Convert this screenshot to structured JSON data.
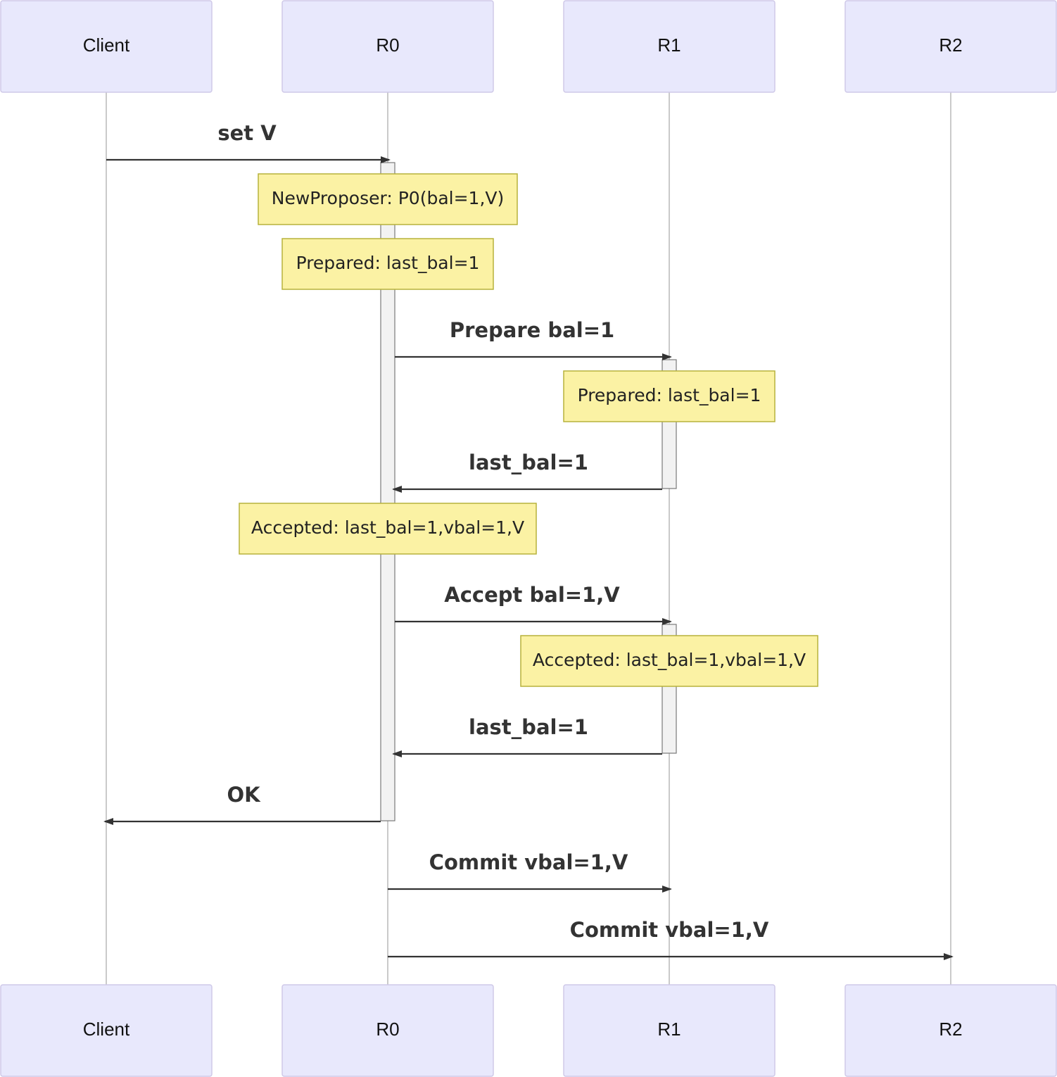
{
  "actors": [
    {
      "id": "client",
      "label": "Client"
    },
    {
      "id": "r0",
      "label": "R0"
    },
    {
      "id": "r1",
      "label": "R1"
    },
    {
      "id": "r2",
      "label": "R2"
    }
  ],
  "messages": [
    {
      "from": "client",
      "to": "r0",
      "label": "set V"
    },
    {
      "from": "r0",
      "to": "r1",
      "label": "Prepare bal=1"
    },
    {
      "from": "r1",
      "to": "r0",
      "label": "last_bal=1"
    },
    {
      "from": "r0",
      "to": "r1",
      "label": "Accept bal=1,V"
    },
    {
      "from": "r1",
      "to": "r0",
      "label": "last_bal=1"
    },
    {
      "from": "r0",
      "to": "client",
      "label": "OK"
    },
    {
      "from": "r0",
      "to": "r1",
      "label": "Commit vbal=1,V"
    },
    {
      "from": "r0",
      "to": "r2",
      "label": "Commit vbal=1,V"
    }
  ],
  "notes": [
    {
      "over": "r0",
      "text": "NewProposer: P0(bal=1,V)"
    },
    {
      "over": "r0",
      "text": "Prepared: last_bal=1"
    },
    {
      "over": "r1",
      "text": "Prepared: last_bal=1"
    },
    {
      "over": "r0",
      "text": "Accepted: last_bal=1,vbal=1,V"
    },
    {
      "over": "r1",
      "text": "Accepted: last_bal=1,vbal=1,V"
    }
  ]
}
